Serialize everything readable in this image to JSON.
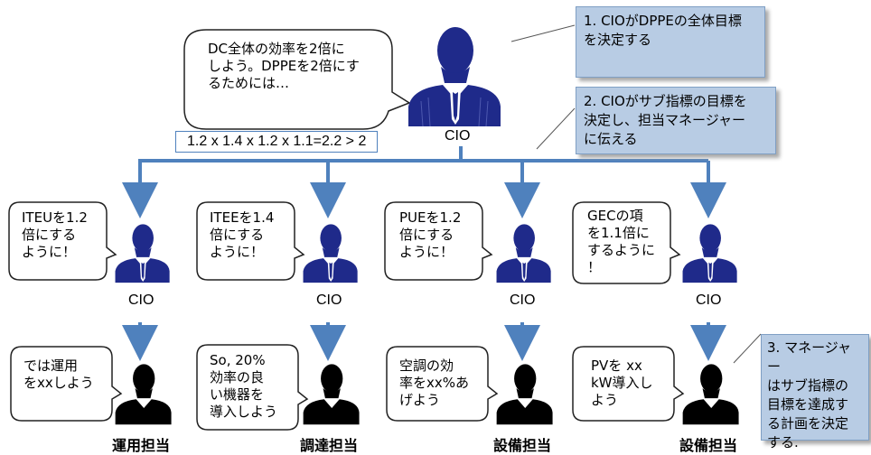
{
  "top": {
    "speech": "DC全体の効率を2倍に\nしよう。DPPEを2倍にす\nるためには…",
    "cio_label": "CIO",
    "formula": "1.2 x 1.4 x 1.2 x 1.1=2.2 > 2"
  },
  "notes": [
    {
      "text": "1. CIOがDPPEの全体目標\nを決定する"
    },
    {
      "text": "2. CIOがサブ指標の目標を\n決定し、担当マネージャー\nに伝える"
    },
    {
      "text": "3. マネージャー\nはサブ指標の\n目標を達成す\nる計画を決定\nする."
    }
  ],
  "columns": [
    {
      "cio_speech": "ITEUを1.2\n倍にする\nように！",
      "cio_label": "CIO",
      "mgr_speech": "では運用\nをxxしよう",
      "mgr_label": "運用担当"
    },
    {
      "cio_speech": "ITEEを1.4\n倍にする\nように！",
      "cio_label": "CIO",
      "mgr_speech": "So, 20%\n効率の良\nい機器を\n導入しよう",
      "mgr_label": "調達担当"
    },
    {
      "cio_speech": "PUEを1.2\n倍にする\nように！",
      "cio_label": "CIO",
      "mgr_speech": "空調の効\n率をxx%あ\nげよう",
      "mgr_label": "設備担当"
    },
    {
      "cio_speech": "GECの項\nを1.1倍に\nするように\n！",
      "cio_label": "CIO",
      "mgr_speech": "PVを xx\nkW導入し\nよう",
      "mgr_label": "設備担当"
    }
  ]
}
